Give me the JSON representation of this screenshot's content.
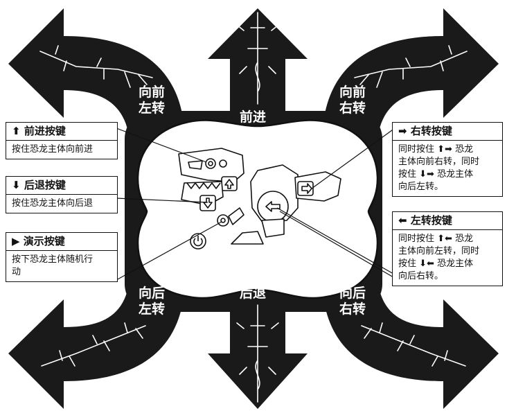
{
  "arrows": {
    "forward_left": [
      "向前",
      "左转"
    ],
    "forward": [
      "前进"
    ],
    "forward_right": [
      "向前",
      "右转"
    ],
    "back_left": [
      "向后",
      "左转"
    ],
    "back": [
      "后退"
    ],
    "back_right": [
      "向后",
      "右转"
    ]
  },
  "callouts": {
    "forward_key": {
      "title": "前进按键",
      "title_icon": "up-arrow-icon",
      "desc": "按住恐龙主体向前进"
    },
    "back_key": {
      "title": "后退按键",
      "title_icon": "down-arrow-icon",
      "desc": "按住恐龙主体向后退"
    },
    "demo_key": {
      "title": "演示按键",
      "title_icon": "play-triangle-icon",
      "desc_line1": "按下恐龙主体随机行",
      "desc_line2": "动"
    },
    "right_turn_key": {
      "title": "右转按键",
      "title_icon": "right-arrow-icon",
      "line1_a": "同时按住",
      "line1_b": "恐龙",
      "line2": "主体向前右转，同时",
      "line3_a": "按住",
      "line3_b": "恐龙主体",
      "line4": "向后左转。"
    },
    "left_turn_key": {
      "title": "左转按键",
      "title_icon": "left-arrow-icon",
      "line1_a": "同时按住",
      "line1_b": "恐龙",
      "line2": "主体向前左转，同时",
      "line3_a": "按住",
      "line3_b": "恐龙主体",
      "line4": "向后右转。"
    }
  },
  "colors": {
    "arrow_fill": "#1a1a1a",
    "outline": "#111111",
    "panel": "#ffffff",
    "callout_line": "#111111"
  }
}
